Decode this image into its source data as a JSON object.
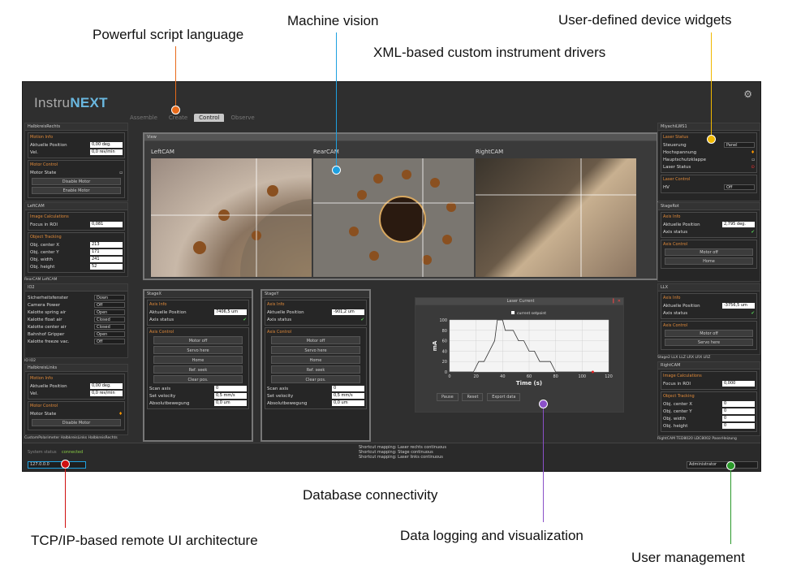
{
  "callouts": {
    "script": "Powerful script language",
    "vision": "Machine vision",
    "xml": "XML-based custom instrument drivers",
    "widgets": "User-defined device widgets",
    "db": "Database connectivity",
    "tcpip": "TCP/IP-based remote UI architecture",
    "logging": "Data logging and visualization",
    "users": "User management"
  },
  "colors": {
    "orange": "#e86a1a",
    "blue": "#1ea0e0",
    "yellow": "#f0b800",
    "red": "#d01010",
    "purple": "#8a50c8",
    "green": "#2a9a2a"
  },
  "app": {
    "logo_a": "Instru",
    "logo_b": "NEXT",
    "tabs": [
      "Assemble",
      "Create",
      "Control",
      "Observe"
    ],
    "left_top": {
      "title": "HalbkreisRechts",
      "motion_info": "Motion Info",
      "pos_label": "Aktuelle Position",
      "pos_val": "0,00 deg.",
      "vel_label": "Vel.",
      "vel_val": "0,0 rev/min",
      "motor_control": "Motor Control",
      "motor_state": "Motor State",
      "disable": "Disable Motor",
      "enable": "Enable Motor"
    },
    "left_cam": {
      "title": "LeftCAM",
      "image_calc": "Image Calculations",
      "focus_label": "Focus in ROI",
      "focus_val": "0,081",
      "tracking": "Object Tracking",
      "cx_label": "Obj. center X",
      "cx_val": "213",
      "cy_label": "Obj. center Y",
      "cy_val": "171",
      "w_label": "Obj. width",
      "w_val": "241",
      "h_label": "Obj. height",
      "h_val": "52"
    },
    "left_tabs1": "RearCAM LeftCAM",
    "io": {
      "title": "IO2",
      "rows": [
        [
          "Sicherheitsfenster",
          "Down"
        ],
        [
          "Camera Power",
          "Off"
        ],
        [
          "Kalotte spring air",
          "Open"
        ],
        [
          "Kalotte float air",
          "Closed"
        ],
        [
          "Kalotte center air",
          "Closed"
        ],
        [
          "Bahnhof Gripper",
          "Open"
        ],
        [
          "Kalotte freeze vac.",
          "Off"
        ]
      ]
    },
    "left_tabs2": "IO IO2",
    "left_bot": {
      "title": "HalbkreisLinks",
      "motion_info": "Motion Info",
      "pos_label": "Aktuelle Position",
      "pos_val": "0,00 deg.",
      "vel_label": "Vel.",
      "vel_val": "0,0 rev/min",
      "motor_control": "Motor Control",
      "motor_state": "Motor State",
      "disable": "Disable Motor"
    },
    "left_tabs3": "CustomPolarimeter HalbkreisLinks HalbkreisRechts",
    "view": {
      "title": "View",
      "left": "LeftCAM",
      "rear": "RearCAM",
      "right": "RightCAM"
    },
    "stagex": {
      "title": "StageX",
      "axis_info": "Axis Info",
      "pos_label": "Aktuelle Position",
      "pos_val": "7406,5 um",
      "status_label": "Axis status",
      "axis_control": "Axis Control",
      "b1": "Motor off",
      "b2": "Servo here",
      "b3": "Home",
      "b4": "Ref. seek",
      "b5": "Clear pos.",
      "scan_label": "Scan axis",
      "scan_val": "0",
      "vel_label": "Set velocity",
      "vel_val": "0,5 mm/s",
      "abs_label": "Absolutbewegung",
      "abs_val": "0,0 um"
    },
    "stagey": {
      "title": "StageY",
      "axis_info": "Axis Info",
      "pos_label": "Aktuelle Position",
      "pos_val": "-901,2 um",
      "status_label": "Axis status",
      "axis_control": "Axis Control",
      "b1": "Motor off",
      "b2": "Servo here",
      "b3": "Home",
      "b4": "Ref. seek",
      "b5": "Clear pos.",
      "scan_label": "Scan axis",
      "scan_val": "0",
      "vel_label": "Set velocity",
      "vel_val": "0,5 mm/s",
      "abs_label": "Absolutbewegung",
      "abs_val": "0,0 um"
    },
    "plot": {
      "title": "Laser Current",
      "legend": "current setpoint",
      "pause": "Pause",
      "reset": "Reset",
      "export": "Export data"
    },
    "right_top": {
      "title": "MiyachiLWS1",
      "laser_status": "Laser Status",
      "steuerung": "Steuerung",
      "steuerung_val": "Panel",
      "hochspannung": "Hochspannung",
      "hauptschutz": "Hauptschutzklappe",
      "laser_status_label": "Laser Status",
      "laser_control": "Laser Control",
      "hv": "HV",
      "hv_val": "Off"
    },
    "stagerot": {
      "title": "StageRot",
      "axis_info": "Axis Info",
      "pos_label": "Aktuelle Position",
      "pos_val": "2,795 deg.",
      "status_label": "Axis status",
      "axis_control": "Axis Control",
      "b1": "Motor off",
      "b2": "Home"
    },
    "llx": {
      "title": "LLX",
      "axis_info": "Axis Info",
      "pos_label": "Aktuelle Position",
      "pos_val": "-3756,5 um",
      "status_label": "Axis status",
      "axis_control": "Axis Control",
      "b1": "Motor off",
      "b2": "Servo here"
    },
    "right_tabs1": "Stage2 LLX LLZ LRX LRX LRZ",
    "right_cam": {
      "title": "RightCAM",
      "image_calc": "Image Calculations",
      "focus_label": "Focus in ROI",
      "focus_val": "0,000",
      "tracking": "Object Tracking",
      "cx_label": "Obj. center X",
      "cx_val": "0",
      "cy_label": "Obj. center Y",
      "cy_val": "0",
      "w_label": "Obj. width",
      "w_val": "0",
      "h_label": "Obj. height",
      "h_val": "0"
    },
    "right_tabs2": "RightCAM TED8020 LDC8002 PaserHeizung",
    "status": {
      "label": "System status",
      "value": "connected",
      "ip": "127.0.0.0"
    },
    "log": [
      "Shortcut mapping: Laser rechts continuous",
      "Shortcut mapping: Stage continuous",
      "Shortcut mapping: Laser links continuous"
    ],
    "user": "Administrator"
  },
  "chart_data": {
    "type": "line",
    "title": "Laser Current",
    "xlabel": "Time (s)",
    "ylabel": "mA",
    "xlim": [
      0,
      120
    ],
    "ylim": [
      0,
      100
    ],
    "xticks": [
      0,
      20,
      40,
      60,
      80,
      100,
      120
    ],
    "yticks": [
      0,
      20,
      40,
      60,
      80,
      100
    ],
    "grid": true,
    "series": [
      {
        "name": "current setpoint",
        "x": [
          0,
          18,
          22,
          26,
          30,
          34,
          36,
          40,
          42,
          44,
          48,
          52,
          56,
          60,
          64,
          68,
          72,
          76,
          80,
          86,
          92,
          100,
          106,
          108
        ],
        "y": [
          0,
          0,
          20,
          20,
          40,
          60,
          100,
          100,
          80,
          80,
          80,
          60,
          60,
          40,
          40,
          20,
          20,
          20,
          0,
          0,
          0,
          0,
          0,
          0
        ]
      }
    ]
  }
}
